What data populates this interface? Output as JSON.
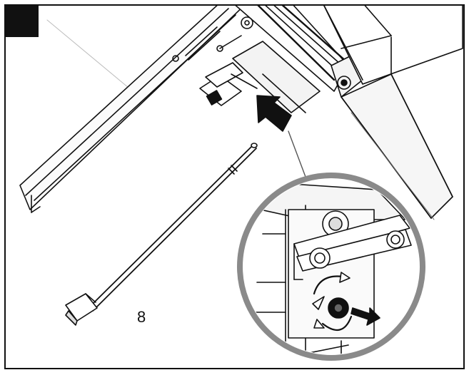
{
  "figure": {
    "part_number": "8",
    "accent_color": "#111111",
    "detail_ring_color": "#8a8a8a",
    "icons": [
      "step-marker-square",
      "remove-arrow",
      "pull-out-arrow",
      "rotation-arrows"
    ]
  }
}
